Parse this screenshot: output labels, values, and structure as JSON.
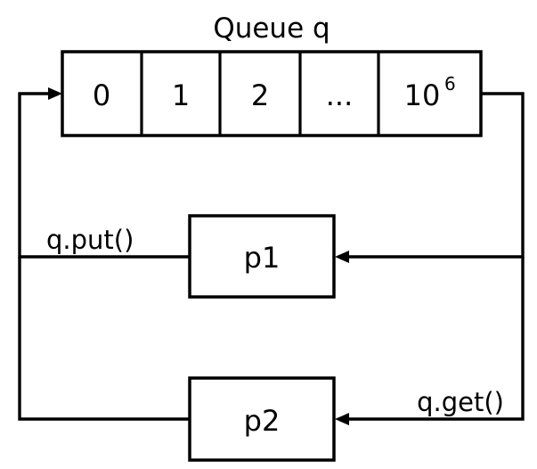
{
  "diagram": {
    "title": "Queue q",
    "background_color": "#ffffff",
    "line_color": "#000000",
    "queue": {
      "name": "Queue q",
      "cells": [
        {
          "label": "0",
          "superscript": ""
        },
        {
          "label": "1",
          "superscript": ""
        },
        {
          "label": "2",
          "superscript": ""
        },
        {
          "label": "...",
          "superscript": ""
        },
        {
          "label": "10",
          "superscript": "6"
        }
      ]
    },
    "processes": [
      {
        "id": "p1",
        "label": "p1"
      },
      {
        "id": "p2",
        "label": "p2"
      }
    ],
    "edges": [
      {
        "id": "put-edge",
        "label": "q.put()",
        "from": "p1",
        "to": "queue"
      },
      {
        "id": "get-edge",
        "label": "q.get()",
        "from": "queue",
        "to": "p2"
      },
      {
        "id": "queue-to-p1",
        "label": "",
        "from": "queue",
        "to": "p1"
      },
      {
        "id": "p2-to-queue",
        "label": "",
        "from": "p2",
        "to": "queue"
      }
    ]
  }
}
